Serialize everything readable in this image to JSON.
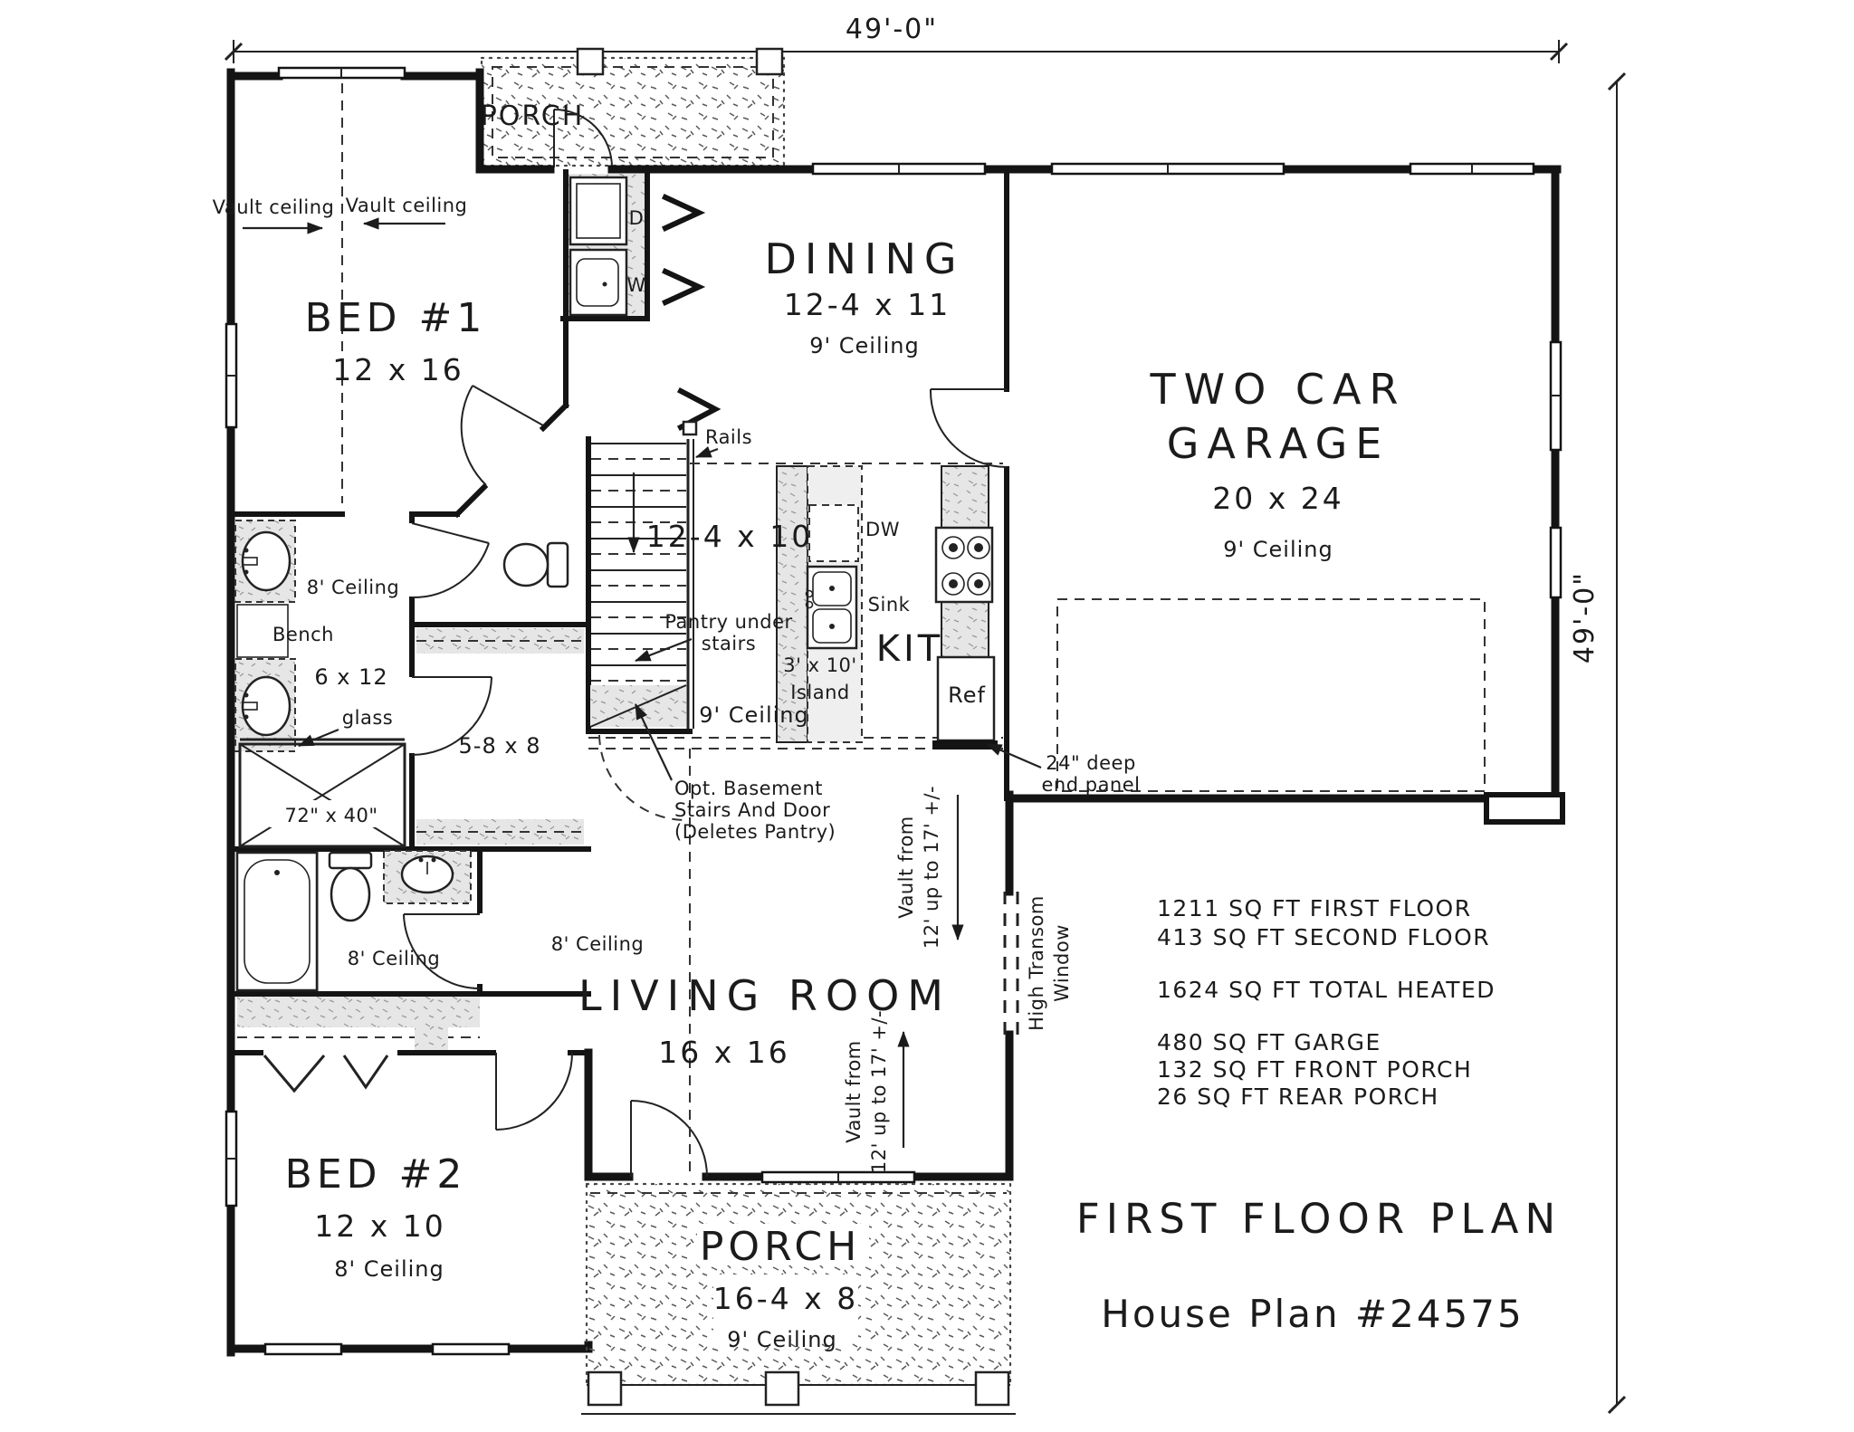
{
  "page": {
    "background": "#ffffff",
    "ink": "#1b1b1b"
  },
  "dims": {
    "top": "49'-0\"",
    "right": "49'-0\""
  },
  "rooms": {
    "bed1": {
      "name": "BED #1",
      "size": "12 x 16"
    },
    "bed2": {
      "name": "BED #2",
      "size": "12 x 10",
      "ceiling": "8' Ceiling"
    },
    "dining": {
      "name": "DINING",
      "size": "12-4 x 11",
      "ceiling": "9' Ceiling"
    },
    "garage": {
      "name1": "TWO CAR",
      "name2": "GARAGE",
      "size": "20 x 24",
      "ceiling": "9' Ceiling"
    },
    "kitchen": {
      "name": "KIT",
      "size": "12-4 x 10",
      "ceiling": "9' Ceiling",
      "island1": "3' x 10'",
      "island2": "Island"
    },
    "living": {
      "name": "LIVING ROOM",
      "size": "16 x 16"
    },
    "bath": {
      "ceiling": "8' Ceiling",
      "size": "6 x 12",
      "bench": "Bench",
      "glass": "glass",
      "shower": "72\" x 40\"",
      "closet": "5-8 x 8"
    },
    "bath2": {
      "ceiling": "8' Ceiling"
    },
    "hall": {
      "ceiling": "8' Ceiling"
    },
    "porch_rear": {
      "name": "PORCH"
    },
    "porch_front": {
      "name": "PORCH",
      "size": "16-4 x 8",
      "ceiling": "9' Ceiling"
    }
  },
  "labels": {
    "vault_left": "Vault ceiling",
    "vault_right": "Vault ceiling",
    "rails": "Rails",
    "dryer": "D",
    "washer": "W",
    "dw": "DW",
    "sink": "Sink",
    "ref": "Ref",
    "end_panel1": "24\" deep",
    "end_panel2": "end panel",
    "pantry1": "Pantry under",
    "pantry2": "stairs",
    "opt1": "Opt. Basement",
    "opt2": "Stairs And Door",
    "opt3": "(Deletes Pantry)",
    "vault_note1": "Vault from",
    "vault_note2": "12' up to 17' +/-",
    "transom1": "High Transom",
    "transom2": "Window"
  },
  "stats": [
    "1211 SQ FT FIRST FLOOR",
    "413 SQ FT SECOND FLOOR",
    "1624 SQ FT TOTAL HEATED",
    "480 SQ FT GARGE",
    "132 SQ FT FRONT PORCH",
    "26 SQ FT REAR PORCH"
  ],
  "title_block": {
    "title": "FIRST FLOOR PLAN",
    "subtitle": "House Plan #24575"
  }
}
